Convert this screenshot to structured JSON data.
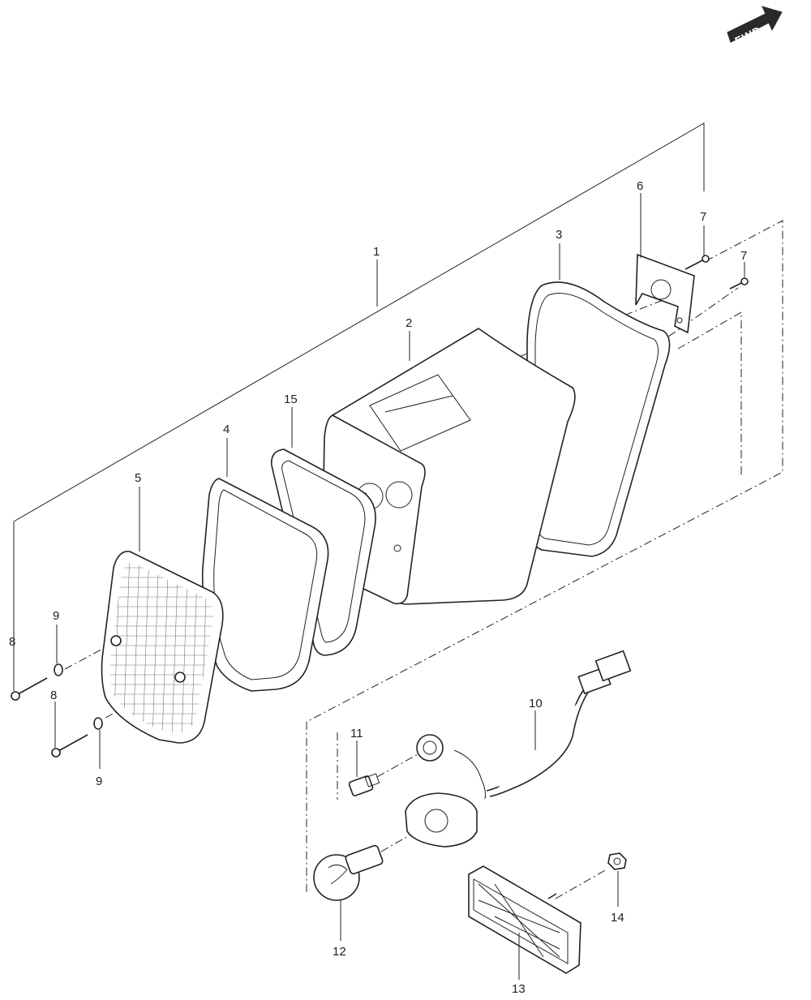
{
  "badge": {
    "label": "FWD"
  },
  "callouts": [
    {
      "id": "1",
      "text": "1"
    },
    {
      "id": "2",
      "text": "2"
    },
    {
      "id": "3",
      "text": "3"
    },
    {
      "id": "4",
      "text": "4"
    },
    {
      "id": "5",
      "text": "5"
    },
    {
      "id": "6",
      "text": "6"
    },
    {
      "id": "7a",
      "text": "7"
    },
    {
      "id": "7b",
      "text": "7"
    },
    {
      "id": "8a",
      "text": "8"
    },
    {
      "id": "8b",
      "text": "8"
    },
    {
      "id": "9a",
      "text": "9"
    },
    {
      "id": "9b",
      "text": "9"
    },
    {
      "id": "10",
      "text": "10"
    },
    {
      "id": "11",
      "text": "11"
    },
    {
      "id": "12",
      "text": "12"
    },
    {
      "id": "13",
      "text": "13"
    },
    {
      "id": "14",
      "text": "14"
    },
    {
      "id": "15",
      "text": "15"
    }
  ],
  "colors": {
    "line": "#222222",
    "background": "#ffffff",
    "badge": "#2a2a2a"
  }
}
